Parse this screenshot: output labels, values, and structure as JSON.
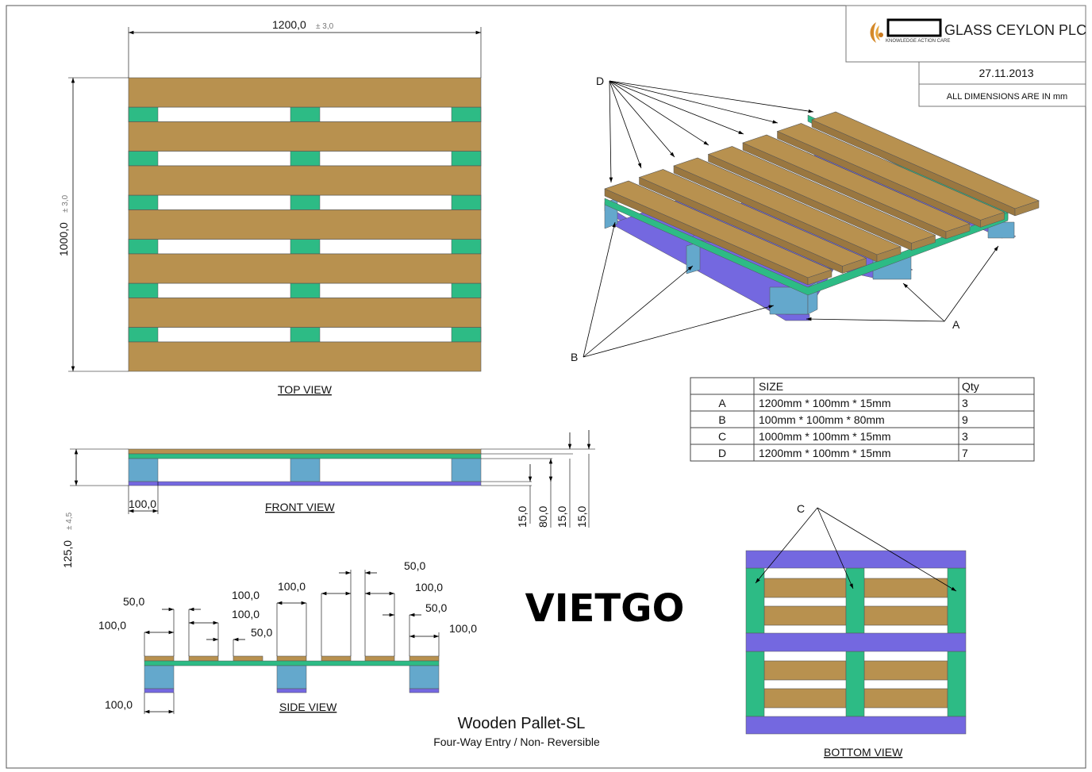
{
  "company": {
    "name": "GLASS CEYLON PLC",
    "tagline": "KNOWLEDGE ACTION CARE"
  },
  "title_block": {
    "date": "27.11.2013",
    "units_note": "ALL DIMENSIONS ARE IN mm"
  },
  "watermark": "VIETGO",
  "product": {
    "title": "Wooden Pallet-SL",
    "subtitle": "Four-Way Entry / Non- Reversible"
  },
  "views": {
    "top": "TOP VIEW",
    "front": "FRONT VIEW",
    "side": "SIDE VIEW",
    "bottom": "BOTTOM VIEW"
  },
  "callouts": {
    "a": "A",
    "b": "B",
    "c": "C",
    "d": "D"
  },
  "dimensions": {
    "top_width": "1200,0",
    "top_width_tol": "± 3,0",
    "top_length": "1000,0",
    "top_length_tol": "± 3,0",
    "front_block": "100,0",
    "front_height": "125,0",
    "front_height_tol": "± 4,5",
    "front_bottom_board": "15,0",
    "front_block_height": "80,0",
    "front_stringer": "15,0",
    "front_top_board": "15,0",
    "side_board_1": "100,0",
    "side_gap_1": "50,0",
    "side_board_2": "100,0",
    "side_gap_2": "50,0",
    "side_board_3": "100,0",
    "side_board_4": "100,0",
    "side_gap_3": "50,0",
    "side_board_5": "100,0",
    "side_gap_4": "50,0",
    "side_board_6": "100,0",
    "side_block": "100,0"
  },
  "bom": {
    "headers": [
      "",
      "SIZE",
      "Qty"
    ],
    "rows": [
      {
        "part": "A",
        "size": "1200mm * 100mm * 15mm",
        "qty": "3"
      },
      {
        "part": "B",
        "size": "100mm * 100mm * 80mm",
        "qty": "9"
      },
      {
        "part": "C",
        "size": "1000mm * 100mm * 15mm",
        "qty": "3"
      },
      {
        "part": "D",
        "size": "1200mm * 100mm * 15mm",
        "qty": "7"
      }
    ]
  },
  "colors": {
    "deck_board": "#b8914f",
    "stringer_board": "#2dbb85",
    "block": "#64a8cc",
    "bottom_board": "#7468e0",
    "logo_accent": "#d4892a"
  }
}
